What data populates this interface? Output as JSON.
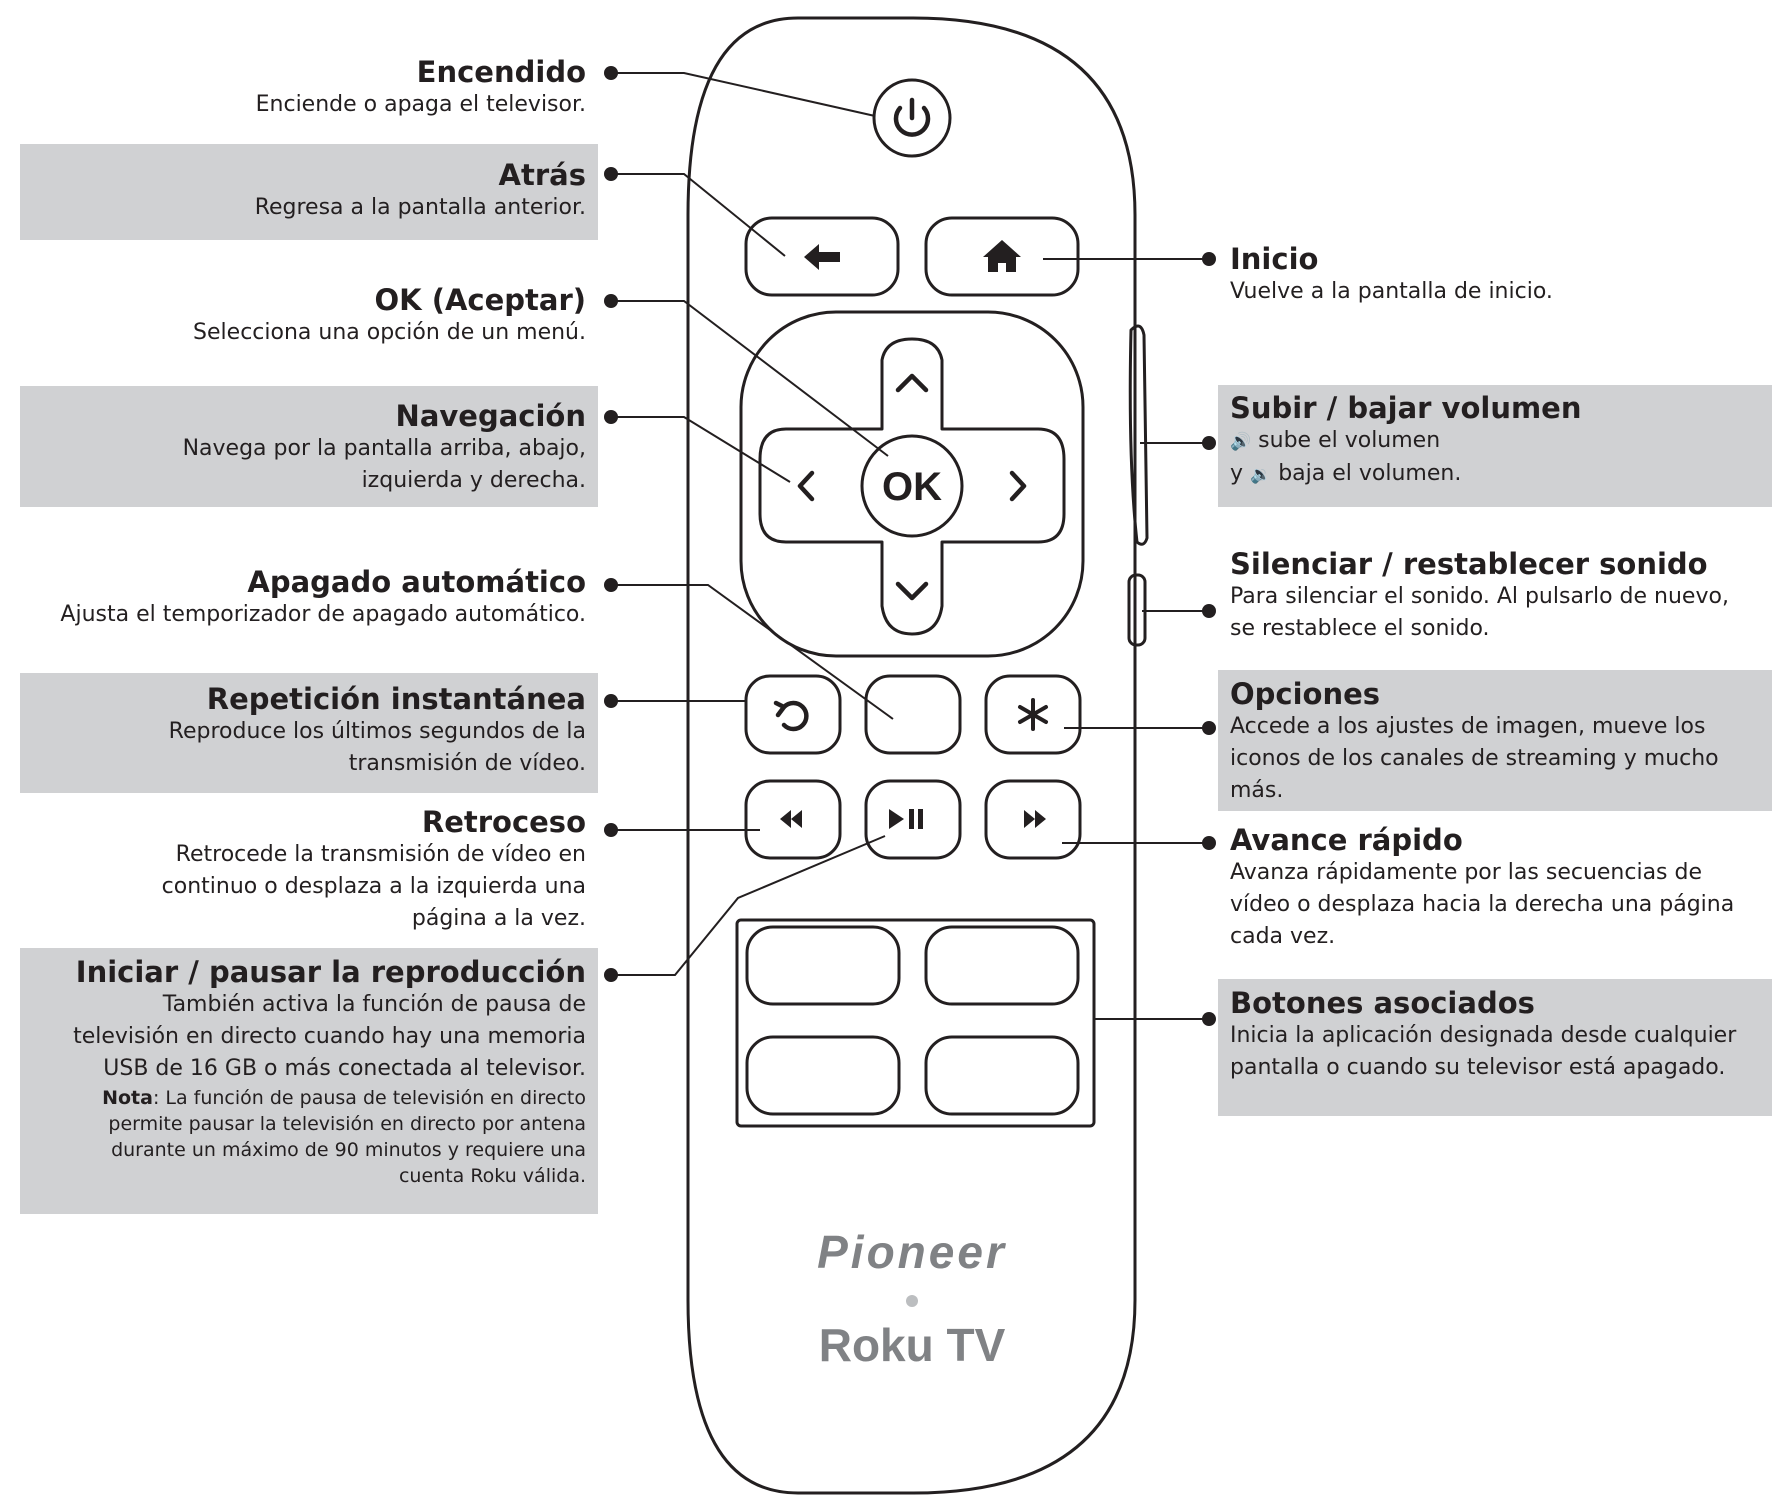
{
  "callouts": {
    "power": {
      "title": "Encendido",
      "desc": "Enciende o apaga el televisor."
    },
    "back": {
      "title": "Atrás",
      "desc": "Regresa a la pantalla anterior."
    },
    "ok": {
      "title": "OK (Aceptar)",
      "desc": "Selecciona una opción de un menú."
    },
    "nav": {
      "title": "Navegación",
      "desc1": "Navega por la pantalla arriba, abajo,",
      "desc2": "izquierda y derecha."
    },
    "sleep": {
      "title": "Apagado automático",
      "desc": "Ajusta el temporizador de apagado automático."
    },
    "replay": {
      "title": "Repetición instantánea",
      "desc1": "Reproduce los últimos segundos de la",
      "desc2": "transmisión de vídeo."
    },
    "rewind": {
      "title": "Retroceso",
      "desc1": "Retrocede la transmisión de vídeo en",
      "desc2": "continuo o desplaza a la izquierda una",
      "desc3": "página a la vez."
    },
    "play": {
      "title": "Iniciar / pausar la reproducción",
      "desc1": "También activa la función de pausa de",
      "desc2": "televisión en directo cuando hay una memoria",
      "desc3": "USB de 16 GB o más conectada al televisor.",
      "note_label": "Nota",
      "note1": ": La función de pausa de televisión en directo",
      "note2": "permite pausar la televisión en directo por antena",
      "note3": "durante un máximo de 90 minutos y requiere una",
      "note4": "cuenta Roku válida."
    },
    "home": {
      "title": "Inicio",
      "desc": "Vuelve a la pantalla de inicio."
    },
    "volume": {
      "title": "Subir / bajar volumen",
      "desc1": "sube el volumen",
      "desc2_prefix": "y",
      "desc2": "baja el volumen."
    },
    "mute": {
      "title": "Silenciar / restablecer sonido",
      "desc1": "Para silenciar el sonido. Al pulsarlo de nuevo,",
      "desc2": "se restablece el sonido."
    },
    "options": {
      "title": "Opciones",
      "desc1": "Accede a los ajustes de imagen, mueve los",
      "desc2": "iconos de los canales de streaming y mucho",
      "desc3": "más."
    },
    "ffwd": {
      "title": "Avance rápido",
      "desc1": "Avanza rápidamente por las secuencias de",
      "desc2": "vídeo o desplaza hacia la derecha una página",
      "desc3": "cada vez."
    },
    "partner": {
      "title": "Botones asociados",
      "desc1": "Inicia la aplicación designada desde cualquier",
      "desc2": "pantalla o cuando su televisor está apagado."
    }
  },
  "remote": {
    "ok_label": "OK",
    "brand": "Pioneer",
    "product": "Roku TV"
  },
  "colors": {
    "shade": "#d0d1d3",
    "ink": "#231f20",
    "logo": "#808285",
    "dot": "#bcbec0"
  },
  "icons": [
    "power-icon",
    "back-arrow-icon",
    "home-icon",
    "up-chevron-icon",
    "down-chevron-icon",
    "left-chevron-icon",
    "right-chevron-icon",
    "replay-icon",
    "moon-icon",
    "asterisk-icon",
    "rewind-icon",
    "play-pause-icon",
    "fast-forward-icon",
    "volume-up-icon",
    "volume-down-icon"
  ]
}
